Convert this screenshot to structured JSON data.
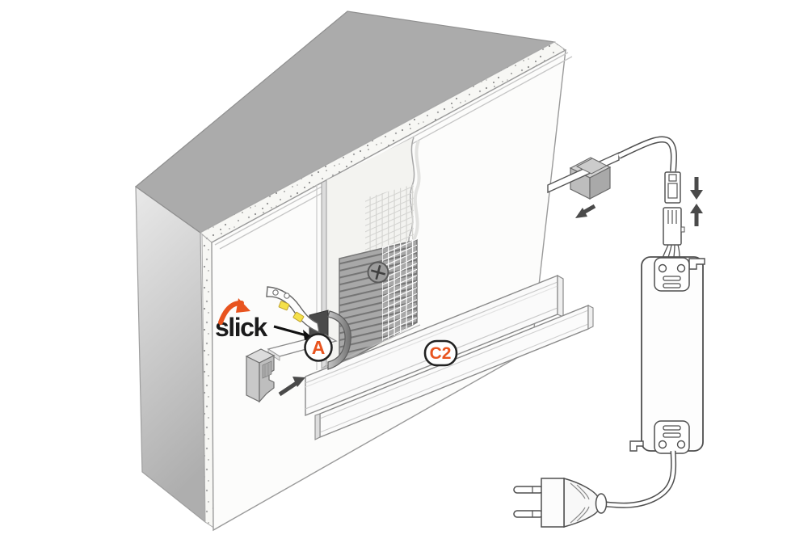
{
  "figure": {
    "type": "led-profile-installation-diagram",
    "labels": {
      "brand": "slick",
      "part_a": "A",
      "part_c2": "C2"
    },
    "colors": {
      "accent_orange": "#E8541F",
      "outline_dark": "#4F4F4F",
      "label_stroke": "#222222",
      "wall_top": "#ABABAB",
      "wall_side_light": "#E9E9E9",
      "wall_side_dark": "#AEAEAE",
      "wall_front": "#FCFCFB",
      "plate_gray": "#A8A8A8",
      "led_yellow": "#F4E04A",
      "arrow_gray": "#4A4A4A"
    },
    "icons": {
      "logo-swoosh-arrow": "curved-arrow",
      "callout-leader-line": "line-arrow",
      "endcap-insert-arrow": "arrow-up-right",
      "cable-pull-arrow": "arrow-down-left",
      "connector-join-down-arrow": "arrow-down",
      "connector-join-up-arrow": "arrow-up",
      "screw-icon": "phillips-screw",
      "mesh-icon": "grid",
      "plug-icon": "europlug"
    }
  }
}
